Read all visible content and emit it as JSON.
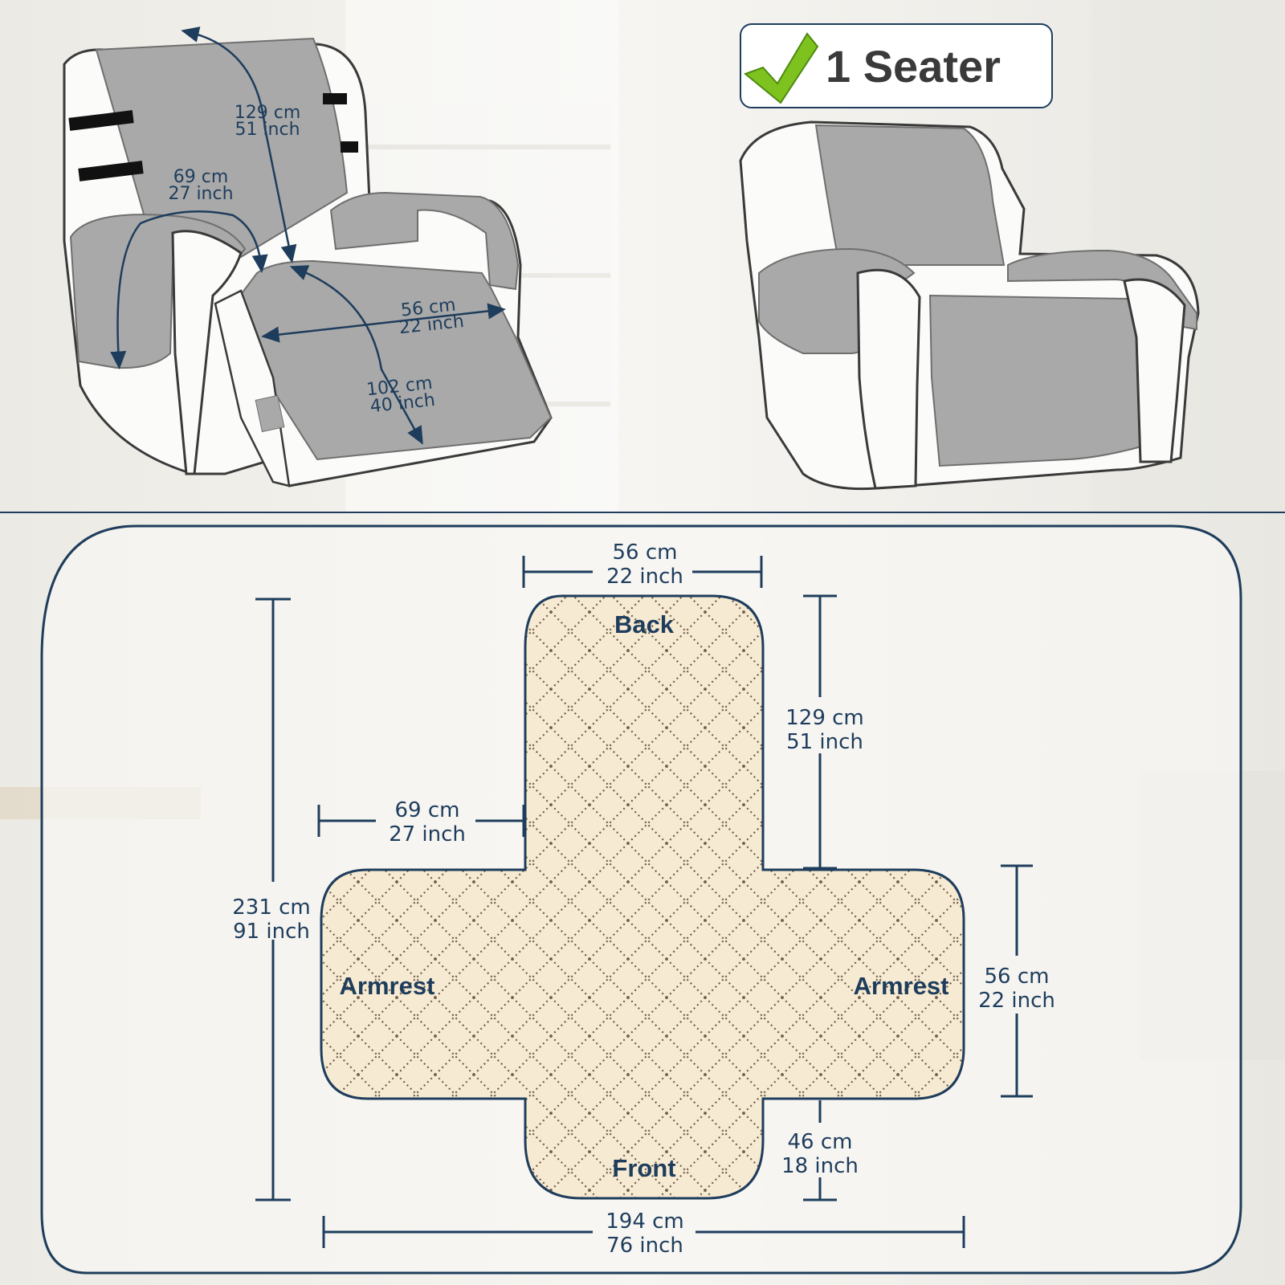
{
  "badge": {
    "label": "1 Seater",
    "icon": "check-icon"
  },
  "recliner_diagram": {
    "back_length": {
      "cm": "129 cm",
      "inch": "51 inch"
    },
    "armrest_length": {
      "cm": "69 cm",
      "inch": "27 inch"
    },
    "seat_width": {
      "cm": "56 cm",
      "inch": "22 inch"
    },
    "seat_footrest_length": {
      "cm": "102 cm",
      "inch": "40 inch"
    }
  },
  "layout_diagram": {
    "zones": {
      "back": "Back",
      "front": "Front",
      "armrest_left": "Armrest",
      "armrest_right": "Armrest"
    },
    "top_width": {
      "cm": "56 cm",
      "inch": "22 inch"
    },
    "back_height": {
      "cm": "129 cm",
      "inch": "51 inch"
    },
    "armrest_depth": {
      "cm": "69 cm",
      "inch": "27 inch"
    },
    "total_length": {
      "cm": "231 cm",
      "inch": "91 inch"
    },
    "armrest_width": {
      "cm": "56 cm",
      "inch": "22 inch"
    },
    "front_drop": {
      "cm": "46 cm",
      "inch": "18 inch"
    },
    "total_width": {
      "cm": "194 cm",
      "inch": "76 inch"
    }
  },
  "colors": {
    "navy": "#1e3d5c",
    "cover_gray": "#a9a9a9",
    "cover_beige": "#f7ead2",
    "check_green": "#7dc21e"
  }
}
